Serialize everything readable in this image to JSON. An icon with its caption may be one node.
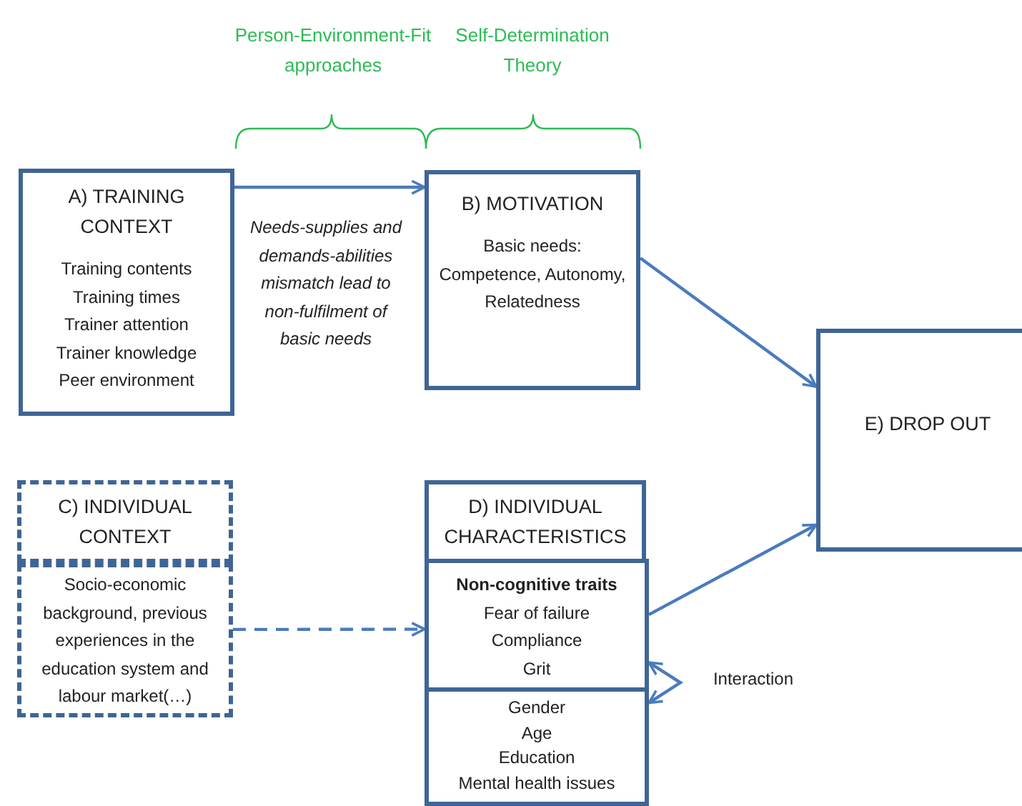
{
  "diagram": {
    "nodes": [
      {
        "text": [
          "A) TRAINING CONTEXT",
          "Training contents",
          "Training times",
          "Trainer attention",
          "Trainer knowledge",
          "Peer environment"
        ]
      },
      {
        "text": [
          "B) MOTIVATION",
          "Basic needs: Competence, Autonomy, Relatedness"
        ]
      },
      {
        "text": [
          "C) INDIVIDUAL CONTEXT"
        ]
      },
      {
        "text": [
          "Socio-economic background, previous experiences in the education system and labour market(…)"
        ]
      },
      {
        "text": [
          "D) INDIVIDUAL CHARACTERISTICS"
        ]
      },
      {
        "text": [
          "Non-cognitive traits",
          "Fear of failure",
          "Compliance",
          "Grit"
        ]
      },
      {
        "text": [
          "Gender",
          "Age",
          "Education",
          "Mental health issues"
        ]
      },
      {
        "text": [
          "E) DROP OUT"
        ]
      }
    ],
    "edges": [
      {
        "from": 0,
        "to": 1,
        "arrow": "to",
        "label": "Needs-supplies and demands-abilities mismatch lead to non-fulfilment of basic needs"
      },
      {
        "from": 1,
        "to": 7,
        "arrow": "to"
      },
      {
        "from": 3,
        "to": 5,
        "arrow": "to",
        "style": "dashed"
      },
      {
        "from": 5,
        "to": 7,
        "arrow": "to"
      },
      {
        "from": 5,
        "to": 6,
        "arrow": "both",
        "label": "Interaction"
      }
    ],
    "labels": [
      "Person-Environment-Fit approaches",
      "Self-Determination Theory"
    ]
  }
}
